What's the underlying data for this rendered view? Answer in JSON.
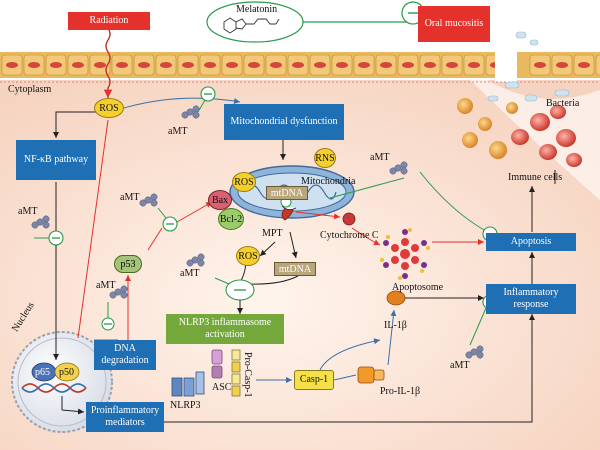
{
  "labels": {
    "radiation": "Radiation",
    "melatonin": "Melatonin",
    "oral_mucositis": "Oral mucositis",
    "cytoplasm": "Cytoplasm",
    "ros": "ROS",
    "amt": "aMT",
    "mito_dysfunction": "Mitochondrial dysfunction",
    "nfkb": "NF-κB pathway",
    "rns": "RNS",
    "mitochondria": "Mitochondria",
    "mtdna": "mtDNA",
    "bax": "Bax",
    "bcl2": "Bcl-2",
    "p53": "p53",
    "mpt": "MPT",
    "cytochrome_c": "Cytochrome C",
    "apoptosome": "Apoptosome",
    "apoptosis": "Apoptosis",
    "bacteria": "Bacteria",
    "immune_cells": "Immune cells",
    "nlrp3_activation": "NLRP3 inflammasome activation",
    "inflammatory_response": "Inflammatory response",
    "il1b": "IL-1β",
    "pro_il1b": "Pro-IL-1β",
    "casp1": "Casp-1",
    "pro_casp1": "Pro-Casp-1",
    "asc": "ASC",
    "nlrp3": "NLRP3",
    "dna_degradation": "DNA degradation",
    "nucleus": "Nucleus",
    "p65": "p65",
    "p50": "p50",
    "proinflammatory": "Proinflammatory mediators"
  },
  "colors": {
    "box_blue": "#1f6fb5",
    "box_red": "#e4312b",
    "box_green": "#74a83a",
    "inhibit_green": "#2a9a4a",
    "activate_red": "#e4312b",
    "activate_blue": "#3a6fa8",
    "cell_band": "#e9b95e",
    "cytoplasm": "#fbe3d6"
  }
}
